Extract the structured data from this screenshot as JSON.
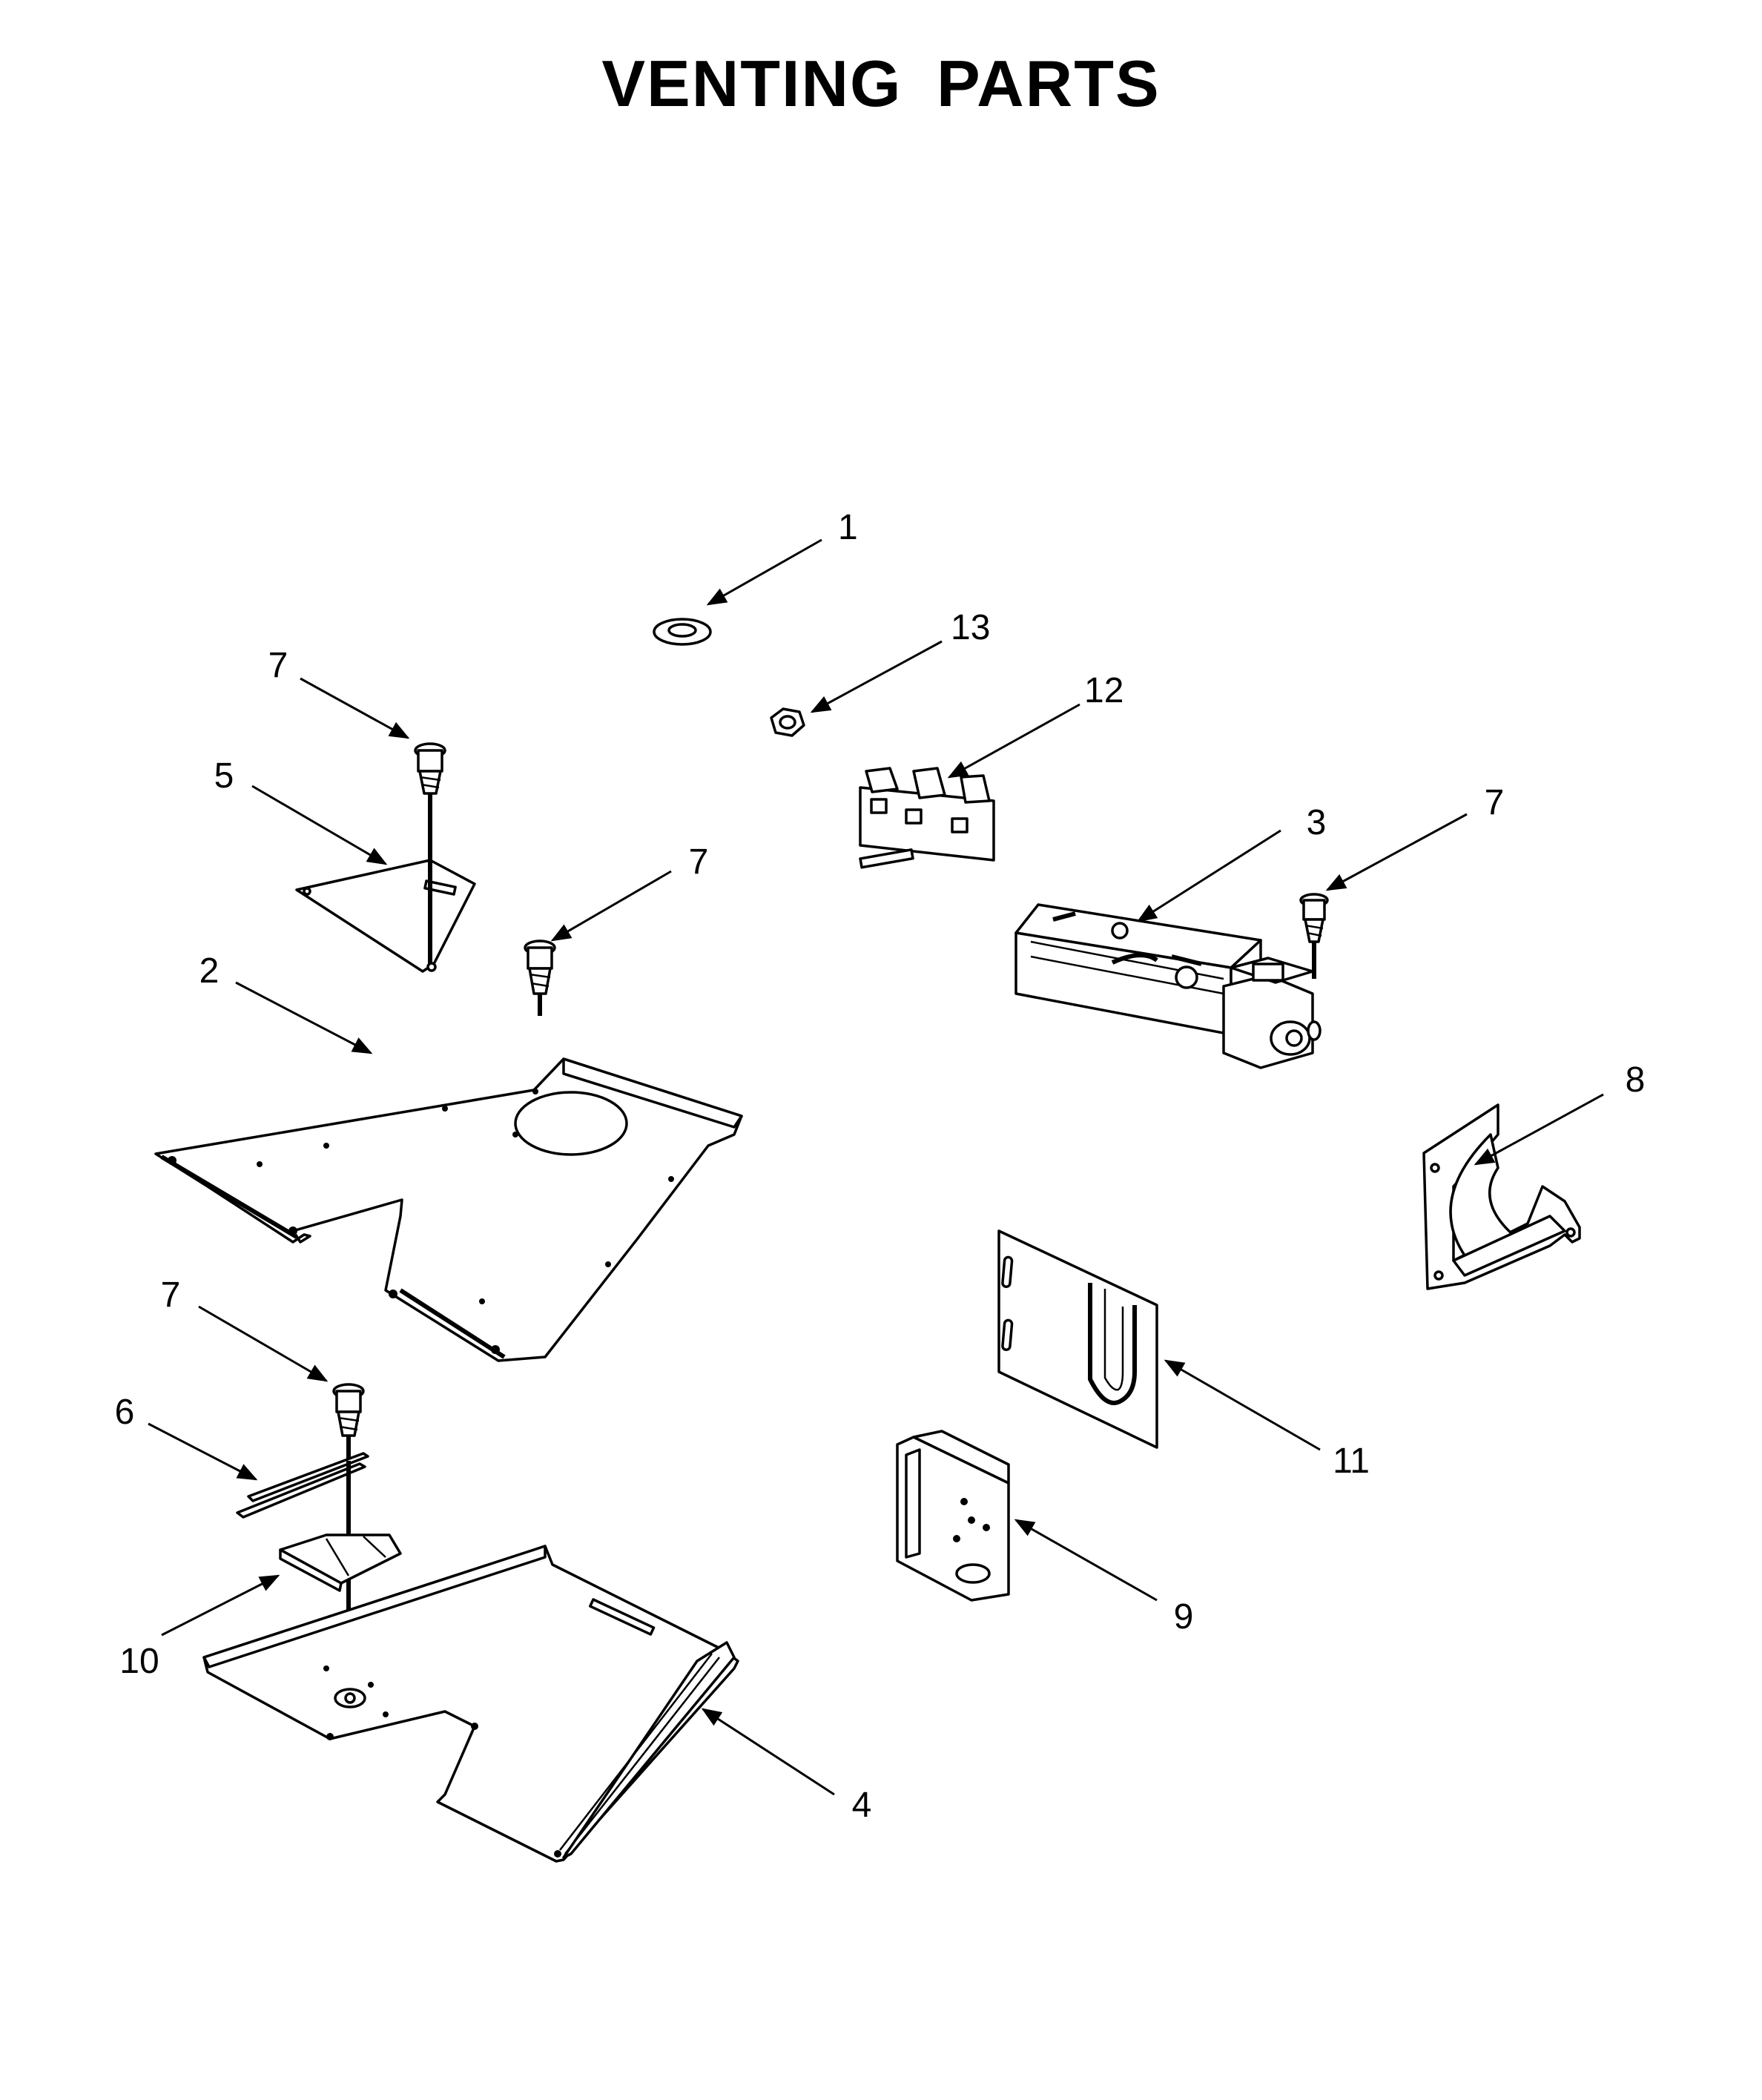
{
  "title": "VENTING PARTS",
  "callouts": {
    "c1": "1",
    "c13": "13",
    "c12": "12",
    "c7a": "7",
    "c5": "5",
    "c7b": "7",
    "c3": "3",
    "c7c": "7",
    "c2": "2",
    "c8": "8",
    "c7d": "7",
    "c6": "6",
    "c11": "11",
    "c9": "9",
    "c10": "10",
    "c4": "4"
  },
  "colors": {
    "ink": "#000000",
    "paper": "#ffffff"
  }
}
